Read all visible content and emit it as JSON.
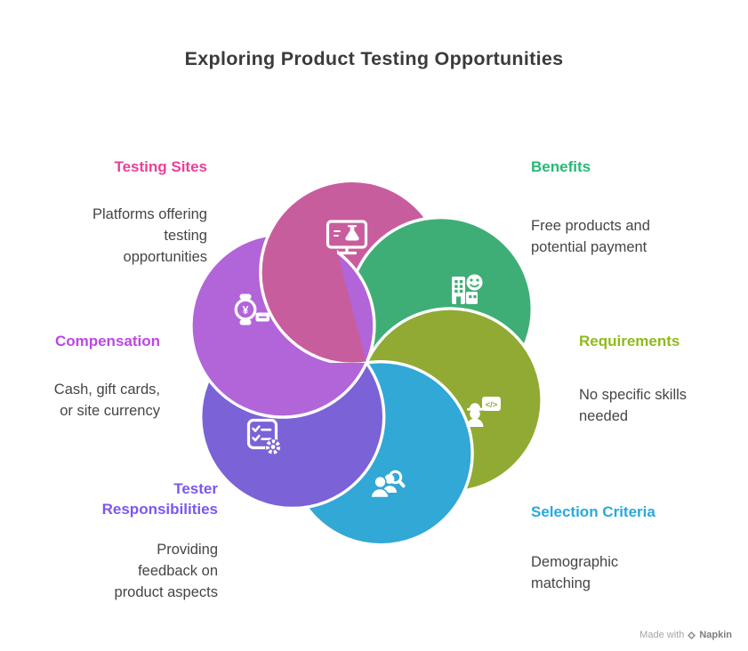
{
  "title": "Exploring Product Testing Opportunities",
  "sections": [
    {
      "label": "Testing Sites",
      "label_color": "#ea3f9b",
      "petal_color": "#c85d9d",
      "lines": [
        "Platforms offering",
        "testing",
        "opportunities"
      ],
      "icon": "monitor-flask-icon"
    },
    {
      "label": "Benefits",
      "label_color": "#25ba74",
      "petal_color": "#3fae76",
      "lines": [
        "Free products and",
        "potential payment"
      ],
      "icon": "building-smiley-icon"
    },
    {
      "label": "Requirements",
      "label_color": "#90ba1b",
      "petal_color": "#90aa33",
      "lines": [
        "No specific skills",
        "needed"
      ],
      "icon": "worker-code-icon"
    },
    {
      "label": "Selection Criteria",
      "label_color": "#28a9de",
      "petal_color": "#31a8d6",
      "lines": [
        "Demographic",
        "matching"
      ],
      "icon": "people-search-icon"
    },
    {
      "label": "Tester Responsibilities",
      "label_color": "#7b57f0",
      "petal_color": "#7b62d6",
      "lines": [
        "Providing",
        "feedback on",
        "product aspects"
      ],
      "icon": "checklist-gear-icon"
    },
    {
      "label": "Compensation",
      "label_color": "#bb48e4",
      "petal_color": "#b264d9",
      "lines": [
        "Cash, gift cards,",
        "or site currency"
      ],
      "icon": "watch-payment-icon"
    }
  ],
  "icon_glyphs": {
    "code": "</>",
    "currency": "¥"
  },
  "watermark": {
    "prefix": "Made with",
    "brand": "Napkin"
  },
  "colors": {
    "title": "#3b3b3b",
    "body_text": "#454545",
    "background": "#ffffff",
    "icon": "#ffffff"
  }
}
